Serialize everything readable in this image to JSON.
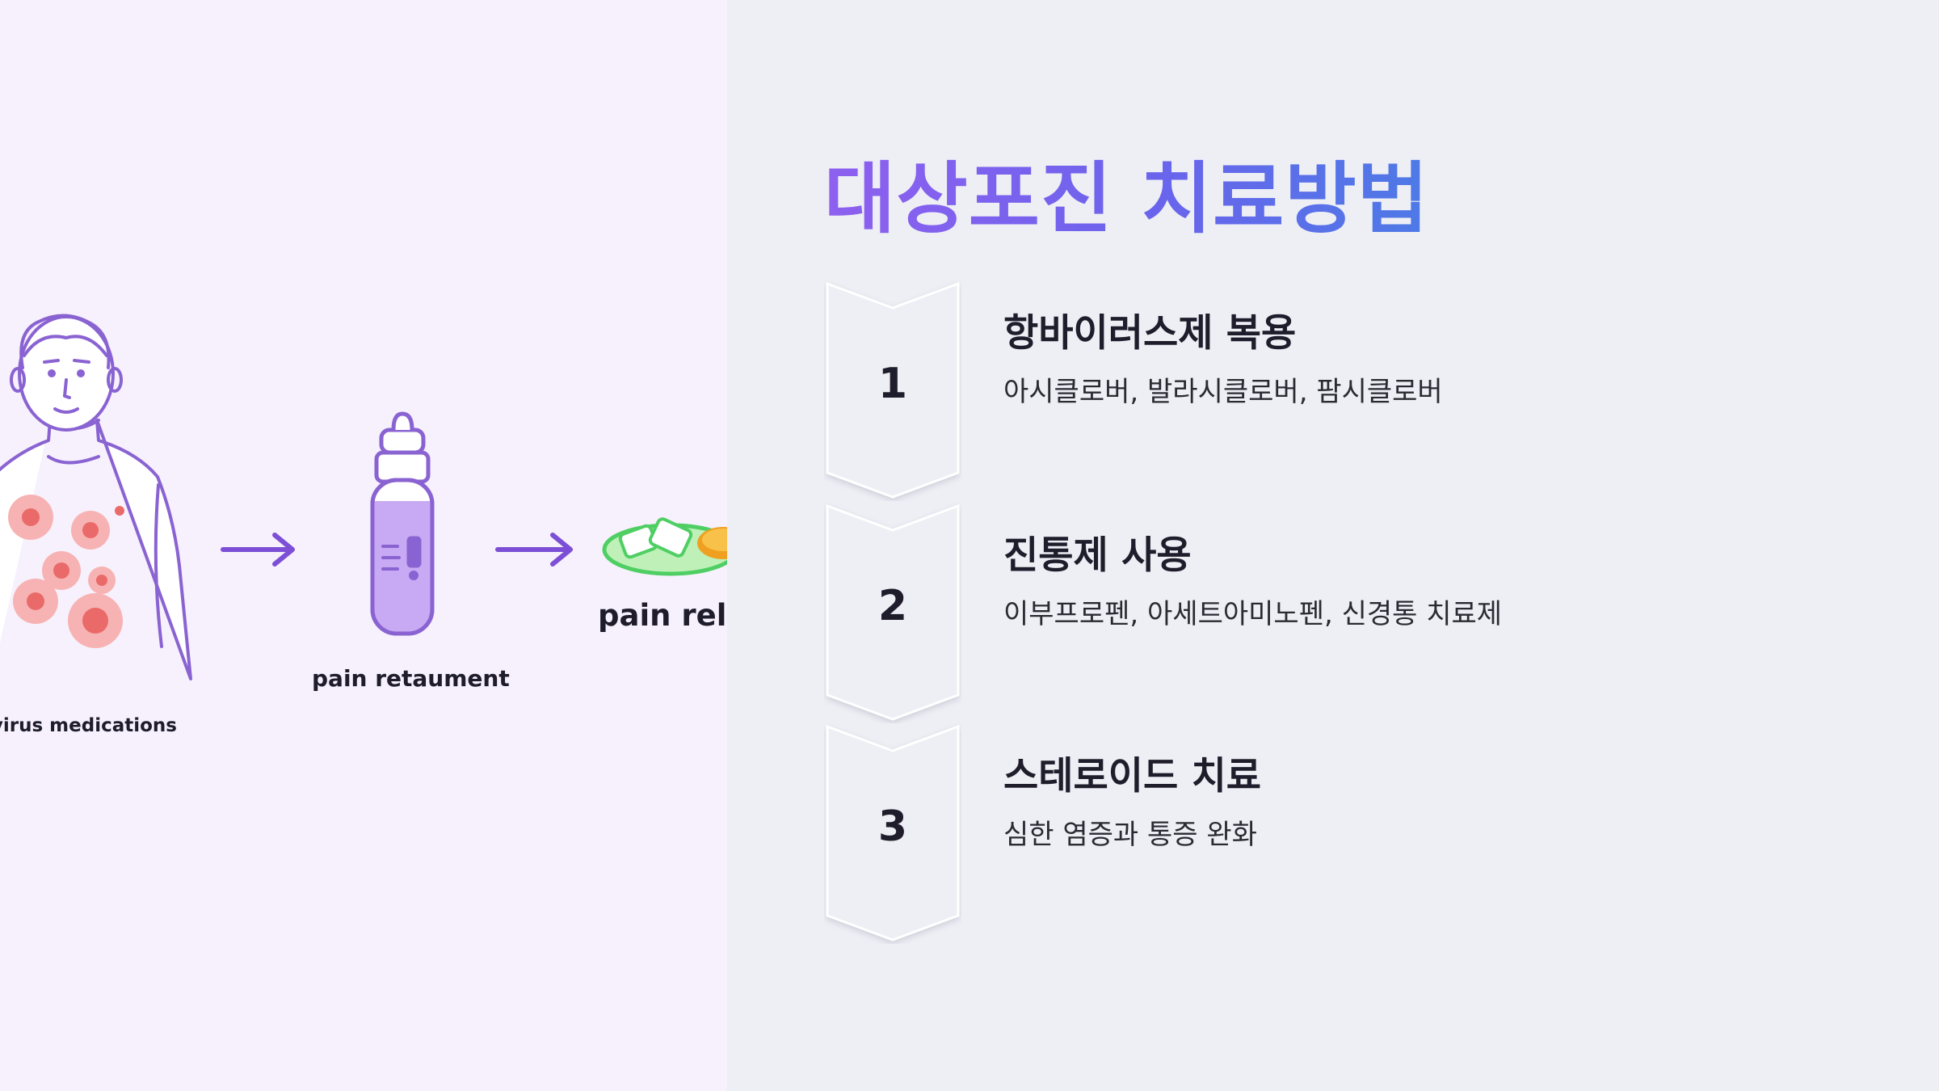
{
  "illustration": {
    "captions": [
      "tivirus medications",
      "pain retaument",
      "pain relie"
    ],
    "colors": {
      "accent": "#8a63d2",
      "spots": "#f3a1a1",
      "pill": "#4fcf63",
      "coin": "#f0a020"
    }
  },
  "title": "대상포진 치료방법",
  "steps": [
    {
      "number": "1",
      "title": "항바이러스제 복용",
      "description": "아시클로버, 발라시클로버, 팜시클로버"
    },
    {
      "number": "2",
      "title": "진통제 사용",
      "description": "이부프로펜, 아세트아미노펜, 신경통 치료제"
    },
    {
      "number": "3",
      "title": "스테로이드 치료",
      "description": "심한 염증과 통증 완화"
    }
  ]
}
